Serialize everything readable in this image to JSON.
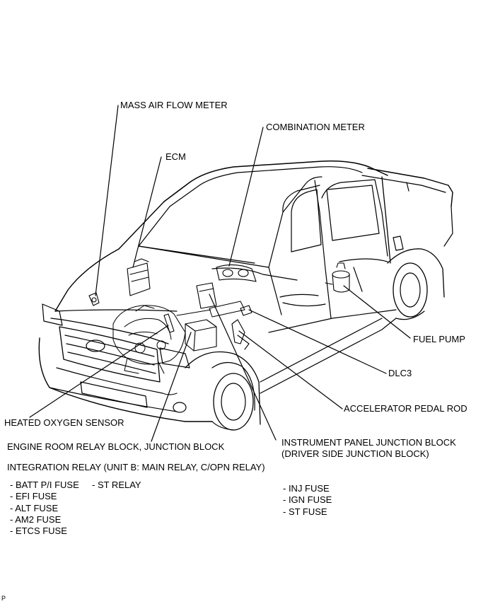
{
  "labels": {
    "mass_air_flow_meter": "MASS AIR FLOW METER",
    "combination_meter": "COMBINATION METER",
    "ecm": "ECM",
    "fuel_pump": "FUEL PUMP",
    "dlc3": "DLC3",
    "accelerator_pedal_rod": "ACCELERATOR PEDAL ROD",
    "heated_oxygen_sensor": "HEATED OXYGEN SENSOR",
    "engine_room_relay_block": "ENGINE ROOM RELAY BLOCK, JUNCTION BLOCK",
    "instrument_panel_jb_line1": "INSTRUMENT PANEL JUNCTION BLOCK",
    "instrument_panel_jb_line2": "(DRIVER SIDE JUNCTION BLOCK)",
    "integration_relay": "INTEGRATION RELAY (UNIT B: MAIN RELAY, C/OPN RELAY)"
  },
  "engine_room_items": [
    "- BATT P/I FUSE",
    "- EFI FUSE",
    "- ALT FUSE",
    "- AM2 FUSE",
    "- ETCS FUSE"
  ],
  "relay_items": [
    "- ST RELAY"
  ],
  "instrument_panel_items": [
    "- INJ FUSE",
    "- IGN FUSE",
    "- ST FUSE"
  ],
  "corner_mark": "P"
}
